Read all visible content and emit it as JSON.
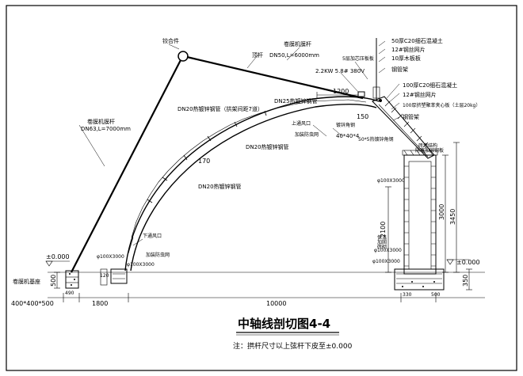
{
  "drawing": {
    "title": "中轴线剖切图4-4",
    "note": "注：拱杆尺寸以上弦杆下皮至±0.000"
  },
  "labels": {
    "hinge": "铰合件",
    "film_rod_top": "卷膜机膜杆",
    "push_rod_type": "顶杆",
    "push_rod_spec": "DN50,L=6000mm",
    "film_rod_left": "卷膜机膜杆",
    "film_rod_left_spec": "DN63,L=7000mm",
    "motor": "2.2KW  5.8#  380V",
    "cover_plate": "5层加芯压板板",
    "dn25": "DN25热镀锌钢管",
    "dn20_a": "DN20热镀锌钢管（拱架间距7道）",
    "dn20_b": "DN20热镀锌钢管",
    "dn20_c": "DN20热镀锌钢管",
    "upper_vent": "上通风口",
    "insect_net_top": "加装防虫网",
    "lower_vent": "下通风口",
    "insect_net_bottom": "加装防虫网",
    "galv_steel": "镀锌角钢",
    "angle_spec": "40*40*4",
    "angle_spec2": "50*5热镀锌角钢",
    "roof_top_1": "50厚C20细石混凝土",
    "roof_top_2": "12#钢丝网片",
    "roof_top_3": "10厚木板板",
    "roof_top_4": "钢管架",
    "wall_1": "100厚C20细石混凝土",
    "wall_2": "12#钢丝网片",
    "wall_3": "100厚挤塑聚苯夹心板（土层20kg）",
    "wall_4": "钢管架",
    "machine_base": "卷膜机基座",
    "base_size": "400*400*500",
    "elev_left": "±0.000",
    "elev_right": "±0.000",
    "wall_tag_top": "φ100X3000",
    "wall_tag_mid": "φ100X3000",
    "wall_tag_low": "φ100X3000",
    "foot_tag_left": "φ100X3000",
    "foot_tag_mid": "φ100X3000",
    "wall_detail_a": "砖墙结构",
    "wall_detail_b": "防寒加固钢板",
    "small_a": "砖砌",
    "small_b": "加固",
    "small_c": "保温"
  },
  "dims": {
    "d_1200": "1200",
    "d_150": "150",
    "d_170": "170",
    "d_2100": "2100",
    "d_3000": "3000",
    "d_3450": "3450",
    "d_500": "500",
    "d_350": "350",
    "d_1800": "1800",
    "d_10000": "10000",
    "d_490": "490",
    "d_120": "120",
    "d_330": "330",
    "d_500b": "500"
  }
}
